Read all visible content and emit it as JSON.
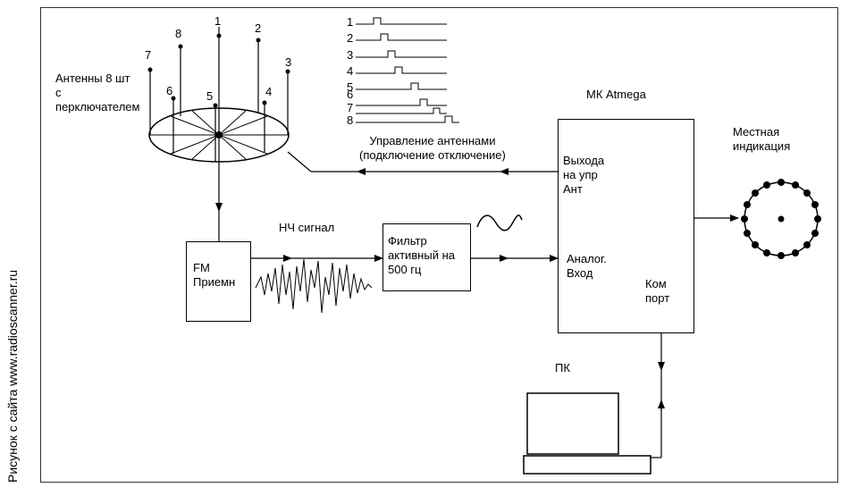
{
  "side_caption": "Рисунок с сайта www.radioscanner.ru",
  "antenna": {
    "label_lines": [
      "Антенны 8 шт",
      "с",
      "перключателем"
    ],
    "numbers": [
      "1",
      "2",
      "3",
      "4",
      "5",
      "6",
      "7",
      "8"
    ]
  },
  "timing": {
    "labels": [
      "1",
      "2",
      "3",
      "4",
      "5",
      "6",
      "7",
      "8"
    ]
  },
  "control": {
    "line1": "Управление антеннами",
    "line2": "(подключение отключение)"
  },
  "mcu": {
    "title": "МК Atmega",
    "out_lines": [
      "Выхода",
      "на упр",
      "Ант"
    ],
    "in_lines": [
      "Аналог.",
      "Вход"
    ],
    "com_lines": [
      "Ком",
      "порт"
    ]
  },
  "receiver": {
    "lines": [
      "FM",
      "Приемн"
    ]
  },
  "lf_signal": "НЧ сигнал",
  "filter": {
    "lines": [
      "Фильтр",
      "активный на",
      "500 гц"
    ]
  },
  "indication": {
    "lines": [
      "Местная",
      "индикация"
    ]
  },
  "pc": {
    "label": "ПК"
  }
}
